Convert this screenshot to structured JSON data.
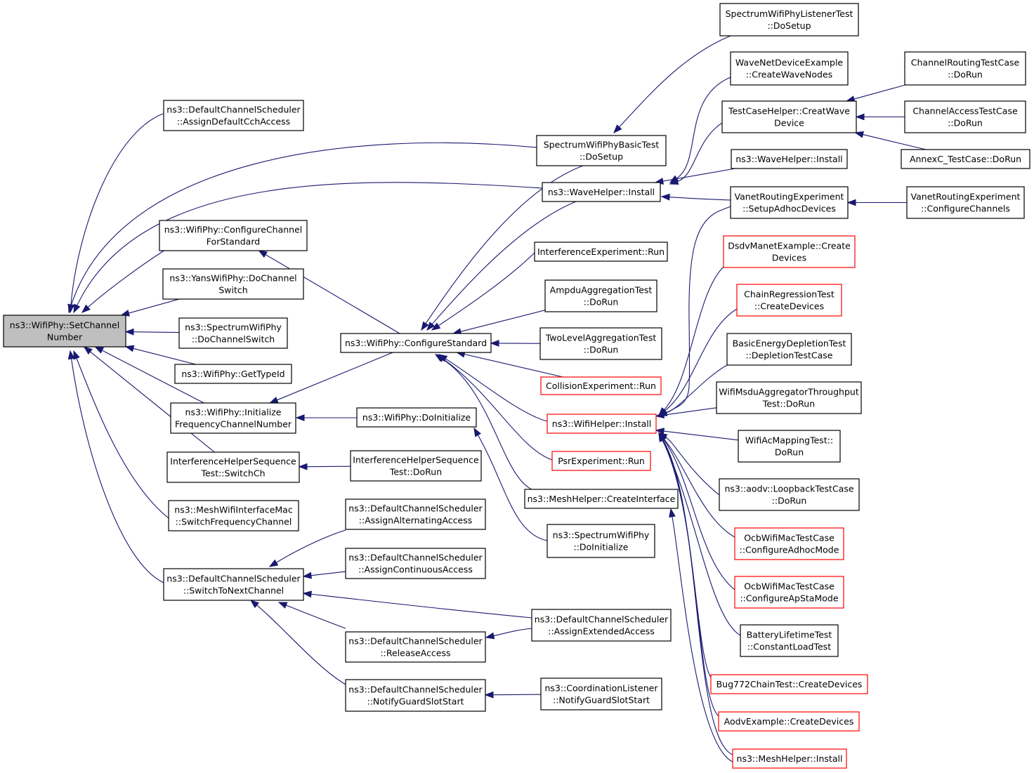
{
  "colors": {
    "edge": "#191970",
    "border_normal": "#000000",
    "border_truncated": "#ff0000",
    "fill_normal": "#ffffff",
    "fill_focus": "#bfbfbf"
  },
  "nodes": [
    {
      "id": "setchannel",
      "lines": [
        "ns3::WifiPhy::SetChannel",
        "Number"
      ],
      "style": "focus"
    },
    {
      "id": "assigndefault",
      "lines": [
        "ns3::DefaultChannelScheduler",
        "::AssignDefaultCchAccess"
      ],
      "style": "normal"
    },
    {
      "id": "configchanstd",
      "lines": [
        "ns3::WifiPhy::ConfigureChannel",
        "ForStandard"
      ],
      "style": "normal"
    },
    {
      "id": "yansdochan",
      "lines": [
        "ns3::YansWifiPhy::DoChannel",
        "Switch"
      ],
      "style": "normal"
    },
    {
      "id": "specdochan",
      "lines": [
        "ns3::SpectrumWifiPhy",
        "::DoChannelSwitch"
      ],
      "style": "normal"
    },
    {
      "id": "gettypeid",
      "lines": [
        "ns3::WifiPhy::GetTypeId"
      ],
      "style": "normal"
    },
    {
      "id": "initfreq",
      "lines": [
        "ns3::WifiPhy::Initialize",
        "FrequencyChannelNumber"
      ],
      "style": "normal"
    },
    {
      "id": "ihsswitch",
      "lines": [
        "InterferenceHelperSequence",
        "Test::SwitchCh"
      ],
      "style": "normal"
    },
    {
      "id": "meshswitch",
      "lines": [
        "ns3::MeshWifiInterfaceMac",
        "::SwitchFrequencyChannel"
      ],
      "style": "normal"
    },
    {
      "id": "switchnext",
      "lines": [
        "ns3::DefaultChannelScheduler",
        "::SwitchToNextChannel"
      ],
      "style": "normal"
    },
    {
      "id": "configstd",
      "lines": [
        "ns3::WifiPhy::ConfigureStandard"
      ],
      "style": "normal"
    },
    {
      "id": "doinit",
      "lines": [
        "ns3::WifiPhy::DoInitialize"
      ],
      "style": "normal"
    },
    {
      "id": "ihsdorun",
      "lines": [
        "InterferenceHelperSequence",
        "Test::DoRun"
      ],
      "style": "normal"
    },
    {
      "id": "assignalt",
      "lines": [
        "ns3::DefaultChannelScheduler",
        "::AssignAlternatingAccess"
      ],
      "style": "normal"
    },
    {
      "id": "assigncont",
      "lines": [
        "ns3::DefaultChannelScheduler",
        "::AssignContinuousAccess"
      ],
      "style": "normal"
    },
    {
      "id": "release",
      "lines": [
        "ns3::DefaultChannelScheduler",
        "::ReleaseAccess"
      ],
      "style": "normal"
    },
    {
      "id": "notifyguard",
      "lines": [
        "ns3::DefaultChannelScheduler",
        "::NotifyGuardSlotStart"
      ],
      "style": "normal"
    },
    {
      "id": "specbasic",
      "lines": [
        "SpectrumWifiPhyBasicTest",
        "::DoSetup"
      ],
      "style": "normal"
    },
    {
      "id": "wavehelper1",
      "lines": [
        "ns3::WaveHelper::Install"
      ],
      "style": "normal"
    },
    {
      "id": "interfrun",
      "lines": [
        "InterferenceExperiment::Run"
      ],
      "style": "normal"
    },
    {
      "id": "ampdu",
      "lines": [
        "AmpduAggregationTest",
        "::DoRun"
      ],
      "style": "normal"
    },
    {
      "id": "twolevel",
      "lines": [
        "TwoLevelAggregationTest",
        "::DoRun"
      ],
      "style": "normal"
    },
    {
      "id": "collision",
      "lines": [
        "CollisionExperiment::Run"
      ],
      "style": "truncated"
    },
    {
      "id": "wifihelper",
      "lines": [
        "ns3::WifiHelper::Install"
      ],
      "style": "truncated"
    },
    {
      "id": "psr",
      "lines": [
        "PsrExperiment::Run"
      ],
      "style": "truncated"
    },
    {
      "id": "meshcreate",
      "lines": [
        "ns3::MeshHelper::CreateInterface"
      ],
      "style": "normal"
    },
    {
      "id": "specdoinit",
      "lines": [
        "ns3::SpectrumWifiPhy",
        "::DoInitialize"
      ],
      "style": "normal"
    },
    {
      "id": "assignext",
      "lines": [
        "ns3::DefaultChannelScheduler",
        "::AssignExtendedAccess"
      ],
      "style": "normal"
    },
    {
      "id": "coordnotify",
      "lines": [
        "ns3::CoordinationListener",
        "::NotifyGuardSlotStart"
      ],
      "style": "normal"
    },
    {
      "id": "speclistener",
      "lines": [
        "SpectrumWifiPhyListenerTest",
        "::DoSetup"
      ],
      "style": "normal"
    },
    {
      "id": "wavenet",
      "lines": [
        "WaveNetDeviceExample",
        "::CreateWaveNodes"
      ],
      "style": "normal"
    },
    {
      "id": "testcasehelper",
      "lines": [
        "TestCaseHelper::CreatWave",
        "Device"
      ],
      "style": "normal"
    },
    {
      "id": "wavehelper2",
      "lines": [
        "ns3::WaveHelper::Install"
      ],
      "style": "normal"
    },
    {
      "id": "vanetsetup",
      "lines": [
        "VanetRoutingExperiment",
        "::SetupAdhocDevices"
      ],
      "style": "normal"
    },
    {
      "id": "dsdv",
      "lines": [
        "DsdvManetExample::Create",
        "Devices"
      ],
      "style": "truncated"
    },
    {
      "id": "chainreg",
      "lines": [
        "ChainRegressionTest",
        "::CreateDevices"
      ],
      "style": "truncated"
    },
    {
      "id": "basicenergy",
      "lines": [
        "BasicEnergyDepletionTest",
        "::DepletionTestCase"
      ],
      "style": "normal"
    },
    {
      "id": "msdu",
      "lines": [
        "WifiMsduAggregatorThroughput",
        "Test::DoRun"
      ],
      "style": "normal"
    },
    {
      "id": "acmapping",
      "lines": [
        "WifiAcMappingTest::",
        "DoRun"
      ],
      "style": "normal"
    },
    {
      "id": "aodvloop",
      "lines": [
        "ns3::aodv::LoopbackTestCase",
        "::DoRun"
      ],
      "style": "normal"
    },
    {
      "id": "ocbadhoc",
      "lines": [
        "OcbWifiMacTestCase",
        "::ConfigureAdhocMode"
      ],
      "style": "truncated"
    },
    {
      "id": "ocbapsta",
      "lines": [
        "OcbWifiMacTestCase",
        "::ConfigureApStaMode"
      ],
      "style": "truncated"
    },
    {
      "id": "battery",
      "lines": [
        "BatteryLifetimeTest",
        "::ConstantLoadTest"
      ],
      "style": "normal"
    },
    {
      "id": "bug772",
      "lines": [
        "Bug772ChainTest::CreateDevices"
      ],
      "style": "truncated"
    },
    {
      "id": "aodvex",
      "lines": [
        "AodvExample::CreateDevices"
      ],
      "style": "truncated"
    },
    {
      "id": "meshinstall",
      "lines": [
        "ns3::MeshHelper::Install"
      ],
      "style": "truncated"
    },
    {
      "id": "chanrouting",
      "lines": [
        "ChannelRoutingTestCase",
        "::DoRun"
      ],
      "style": "normal"
    },
    {
      "id": "chanaccess",
      "lines": [
        "ChannelAccessTestCase",
        "::DoRun"
      ],
      "style": "normal"
    },
    {
      "id": "annexc",
      "lines": [
        "AnnexC_TestCase::DoRun"
      ],
      "style": "normal"
    },
    {
      "id": "vanetconfig",
      "lines": [
        "VanetRoutingExperiment",
        "::ConfigureChannels"
      ],
      "style": "normal"
    }
  ],
  "edges": [
    [
      "assigndefault",
      "setchannel"
    ],
    [
      "configchanstd",
      "setchannel"
    ],
    [
      "yansdochan",
      "setchannel"
    ],
    [
      "specdochan",
      "setchannel"
    ],
    [
      "gettypeid",
      "setchannel"
    ],
    [
      "initfreq",
      "setchannel"
    ],
    [
      "ihsswitch",
      "setchannel"
    ],
    [
      "meshswitch",
      "setchannel"
    ],
    [
      "switchnext",
      "setchannel"
    ],
    [
      "specbasic",
      "setchannel"
    ],
    [
      "wavehelper1",
      "setchannel"
    ],
    [
      "configstd",
      "configchanstd"
    ],
    [
      "configstd",
      "initfreq"
    ],
    [
      "doinit",
      "initfreq"
    ],
    [
      "ihsdorun",
      "ihsswitch"
    ],
    [
      "assignalt",
      "switchnext"
    ],
    [
      "assigncont",
      "switchnext"
    ],
    [
      "release",
      "switchnext"
    ],
    [
      "notifyguard",
      "switchnext"
    ],
    [
      "assignext",
      "switchnext"
    ],
    [
      "assignext",
      "release"
    ],
    [
      "coordnotify",
      "notifyguard"
    ],
    [
      "specbasic",
      "configstd"
    ],
    [
      "wavehelper1",
      "configstd"
    ],
    [
      "interfrun",
      "configstd"
    ],
    [
      "ampdu",
      "configstd"
    ],
    [
      "twolevel",
      "configstd"
    ],
    [
      "collision",
      "configstd"
    ],
    [
      "wifihelper",
      "configstd"
    ],
    [
      "psr",
      "configstd"
    ],
    [
      "meshcreate",
      "configstd"
    ],
    [
      "specdoinit",
      "doinit"
    ],
    [
      "speclistener",
      "specbasic"
    ],
    [
      "wavenet",
      "wavehelper1"
    ],
    [
      "testcasehelper",
      "wavehelper1"
    ],
    [
      "wavehelper2",
      "wavehelper1"
    ],
    [
      "vanetsetup",
      "wavehelper1"
    ],
    [
      "chanrouting",
      "testcasehelper"
    ],
    [
      "chanaccess",
      "testcasehelper"
    ],
    [
      "annexc",
      "testcasehelper"
    ],
    [
      "vanetconfig",
      "vanetsetup"
    ],
    [
      "vanetsetup",
      "wifihelper"
    ],
    [
      "dsdv",
      "wifihelper"
    ],
    [
      "chainreg",
      "wifihelper"
    ],
    [
      "basicenergy",
      "wifihelper"
    ],
    [
      "msdu",
      "wifihelper"
    ],
    [
      "acmapping",
      "wifihelper"
    ],
    [
      "aodvloop",
      "wifihelper"
    ],
    [
      "ocbadhoc",
      "wifihelper"
    ],
    [
      "ocbapsta",
      "wifihelper"
    ],
    [
      "battery",
      "wifihelper"
    ],
    [
      "bug772",
      "wifihelper"
    ],
    [
      "aodvex",
      "wifihelper"
    ],
    [
      "meshinstall",
      "wifihelper"
    ],
    [
      "meshinstall",
      "meshcreate"
    ]
  ]
}
